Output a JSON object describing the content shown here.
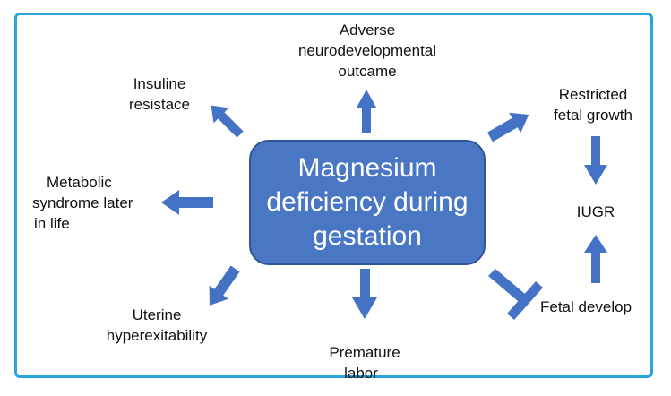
{
  "center": {
    "line1": "Magnesium",
    "line2": "deficiency during",
    "line3": "gestation"
  },
  "nodes": {
    "adverse": [
      "Adverse",
      "neurodevelopmental",
      "outcame"
    ],
    "insulin": [
      "Insuline",
      "resistace"
    ],
    "restricted": [
      "Restricted",
      "fetal growth"
    ],
    "metabolic": [
      "Metabolic",
      "syndrome later",
      "in life"
    ],
    "iugr": "IUGR",
    "uterine": [
      "Uterine",
      "hyperexitability"
    ],
    "premature": [
      "Premature",
      "labor"
    ],
    "fetal_develop": "Fetal develop"
  },
  "colors": {
    "arrow": "#4472c4",
    "center_fill": "#4a77c4",
    "frame": "#2aa6dc"
  }
}
